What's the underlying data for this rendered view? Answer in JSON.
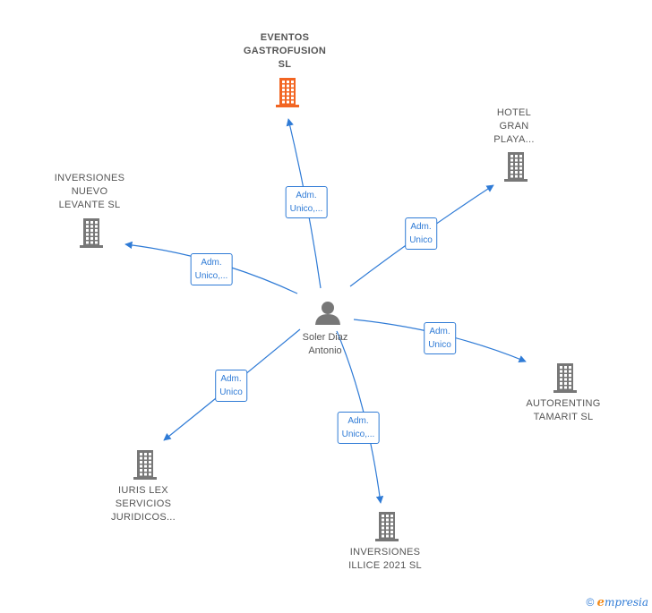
{
  "colors": {
    "edge": "#2f7bd6",
    "building": "#777777",
    "building_highlight": "#f26522",
    "person": "#777777"
  },
  "center": {
    "label": "Soler Diaz\nAntonio",
    "icon": "person-icon"
  },
  "nodes": [
    {
      "id": "eventos",
      "label": "EVENTOS\nGASTROFUSION\nSL",
      "highlight": true,
      "icon": "building-icon"
    },
    {
      "id": "hotel",
      "label": "HOTEL\nGRAN\nPLAYA...",
      "highlight": false,
      "icon": "building-icon"
    },
    {
      "id": "inversiones-nuevo",
      "label": "INVERSIONES\nNUEVO\nLEVANTE  SL",
      "highlight": false,
      "icon": "building-icon"
    },
    {
      "id": "autorenting",
      "label": "AUTORENTING\nTAMARIT  SL",
      "highlight": false,
      "icon": "building-icon"
    },
    {
      "id": "iuris",
      "label": "IURIS LEX\nSERVICIOS\nJURIDICOS...",
      "highlight": false,
      "icon": "building-icon"
    },
    {
      "id": "illice",
      "label": "INVERSIONES\nILLICE 2021  SL",
      "highlight": false,
      "icon": "building-icon"
    }
  ],
  "edges": [
    {
      "to": "eventos",
      "label": "Adm.\nUnico,..."
    },
    {
      "to": "hotel",
      "label": "Adm.\nUnico"
    },
    {
      "to": "inversiones-nuevo",
      "label": "Adm.\nUnico,..."
    },
    {
      "to": "autorenting",
      "label": "Adm.\nUnico"
    },
    {
      "to": "iuris",
      "label": "Adm.\nUnico"
    },
    {
      "to": "illice",
      "label": "Adm.\nUnico,..."
    }
  ],
  "footer": {
    "copyright": "©",
    "brand_first": "e",
    "brand_rest": "mpresia"
  }
}
